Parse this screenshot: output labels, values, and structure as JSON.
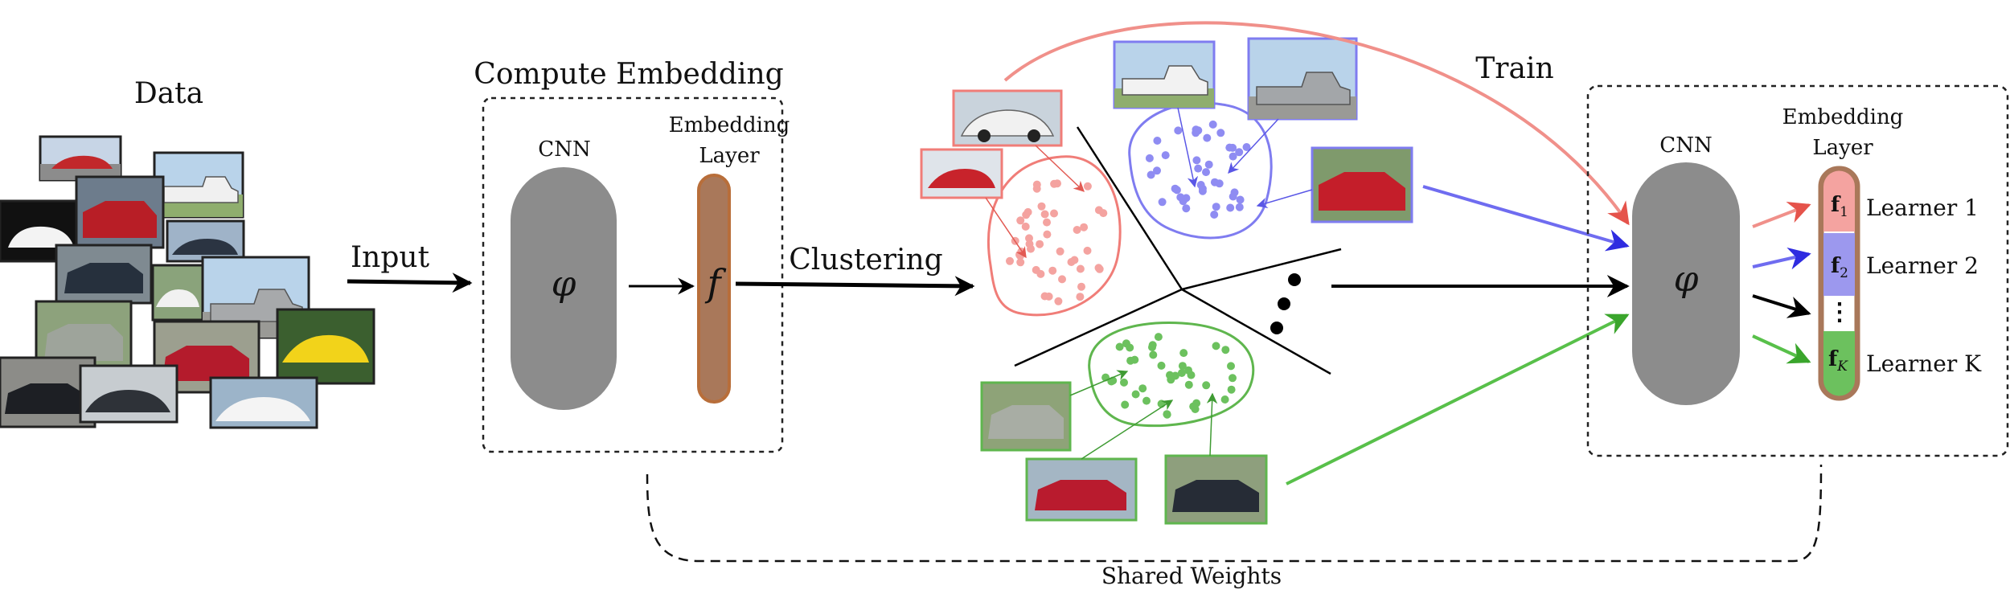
{
  "data_section": {
    "title": "Data"
  },
  "arrows": {
    "input_label": "Input",
    "clustering_label": "Clustering"
  },
  "compute_embedding": {
    "title": "Compute  Embedding",
    "cnn_label": "CNN",
    "phi": "φ",
    "embedding_label_line1": "Embedding",
    "embedding_label_line2": "Layer",
    "f": "f"
  },
  "train": {
    "title": "Train",
    "cnn_label": "CNN",
    "phi": "φ",
    "embedding_label_line1": "Embedding",
    "embedding_label_line2": "Layer",
    "segments": [
      {
        "symbol": "f",
        "subscript": "1",
        "learner": "Learner  1",
        "color": "#f4a3a0"
      },
      {
        "symbol": "f",
        "subscript": "2",
        "learner": "Learner  2",
        "color": "#9c98ee"
      },
      {
        "symbol": "⋮",
        "subscript": "",
        "learner": "",
        "color": "#ffffff"
      },
      {
        "symbol": "f",
        "subscript": "K",
        "learner": "Learner  K",
        "color": "#6cc15e"
      }
    ]
  },
  "shared_weights_label": "Shared  Weights",
  "colors": {
    "cluster_red": "#f07d78",
    "cluster_blue": "#7f7cf0",
    "cluster_green": "#5fb64e",
    "arrow_red": "#f0908a",
    "arrow_blue": "#6f6cf0",
    "arrow_green": "#58c04a",
    "cnn_gray": "#8c8c8c",
    "embedding_brown": "#a9785a"
  },
  "icons": [
    "car-photo",
    "cluster-dot",
    "ellipsis-dots"
  ]
}
